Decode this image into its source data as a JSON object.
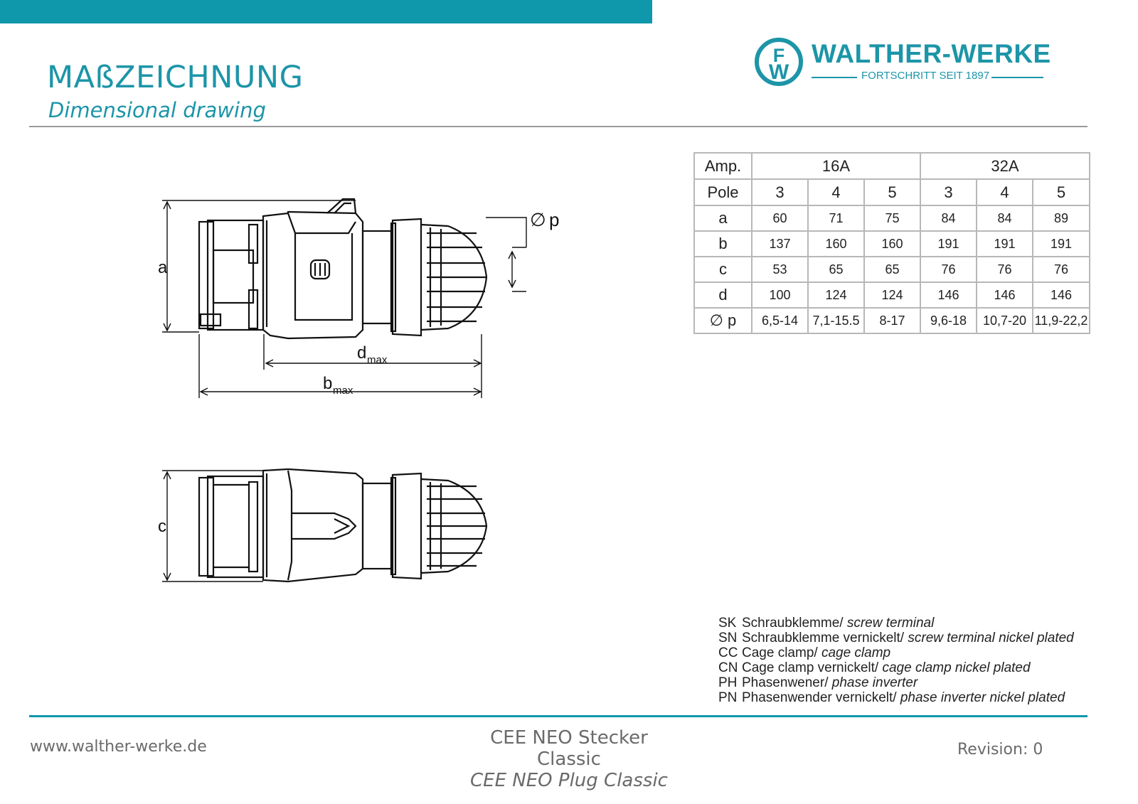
{
  "header": {
    "title_de": "MAßZEICHNUNG",
    "title_en": "Dimensional drawing"
  },
  "logo": {
    "monogram": "FW",
    "name": "WALTHER-WERKE",
    "tagline": "FORTSCHRITT SEIT 1897"
  },
  "drawing_labels": {
    "a": "a",
    "c": "c",
    "p_symbol": "∅",
    "p": "p",
    "d": "d",
    "d_sub": "max",
    "b": "b",
    "b_sub": "max"
  },
  "table": {
    "amp_label": "Amp.",
    "amp_groups": [
      "16A",
      "32A"
    ],
    "pole_label": "Pole",
    "poles": [
      "3",
      "4",
      "5",
      "3",
      "4",
      "5"
    ],
    "rows": [
      {
        "label": "a",
        "values": [
          "60",
          "71",
          "75",
          "84",
          "84",
          "89"
        ]
      },
      {
        "label": "b",
        "values": [
          "137",
          "160",
          "160",
          "191",
          "191",
          "191"
        ]
      },
      {
        "label": "c",
        "values": [
          "53",
          "65",
          "65",
          "76",
          "76",
          "76"
        ]
      },
      {
        "label": "d",
        "values": [
          "100",
          "124",
          "124",
          "146",
          "146",
          "146"
        ]
      },
      {
        "label": "∅ p",
        "values": [
          "6,5-14",
          "7,1-15.5",
          "8-17",
          "9,6-18",
          "10,7-20",
          "11,9-22,2"
        ]
      }
    ]
  },
  "legend": [
    {
      "code": "SK",
      "de": "Schraubklemme/",
      "en": "screw terminal"
    },
    {
      "code": "SN",
      "de": "Schraubklemme vernickelt/",
      "en": "screw terminal nickel plated"
    },
    {
      "code": "CC",
      "de": "Cage clamp/",
      "en": "cage clamp"
    },
    {
      "code": "CN",
      "de": "Cage clamp vernickelt/",
      "en": "cage clamp nickel plated"
    },
    {
      "code": "PH",
      "de": "Phasenwener/",
      "en": "phase inverter"
    },
    {
      "code": "PN",
      "de": "Phasenwender vernickelt/",
      "en": "phase inverter nickel plated"
    }
  ],
  "footer": {
    "url": "www.walther-werke.de",
    "product_de": "CEE NEO Stecker Classic",
    "product_en": "CEE NEO Plug Classic",
    "revision": "Revision: 0"
  },
  "colors": {
    "brand_teal": "#1c95a8",
    "bar_teal": "#0f97ac",
    "rule_grey": "#9a9a9a",
    "table_border": "#b8b8b8"
  }
}
